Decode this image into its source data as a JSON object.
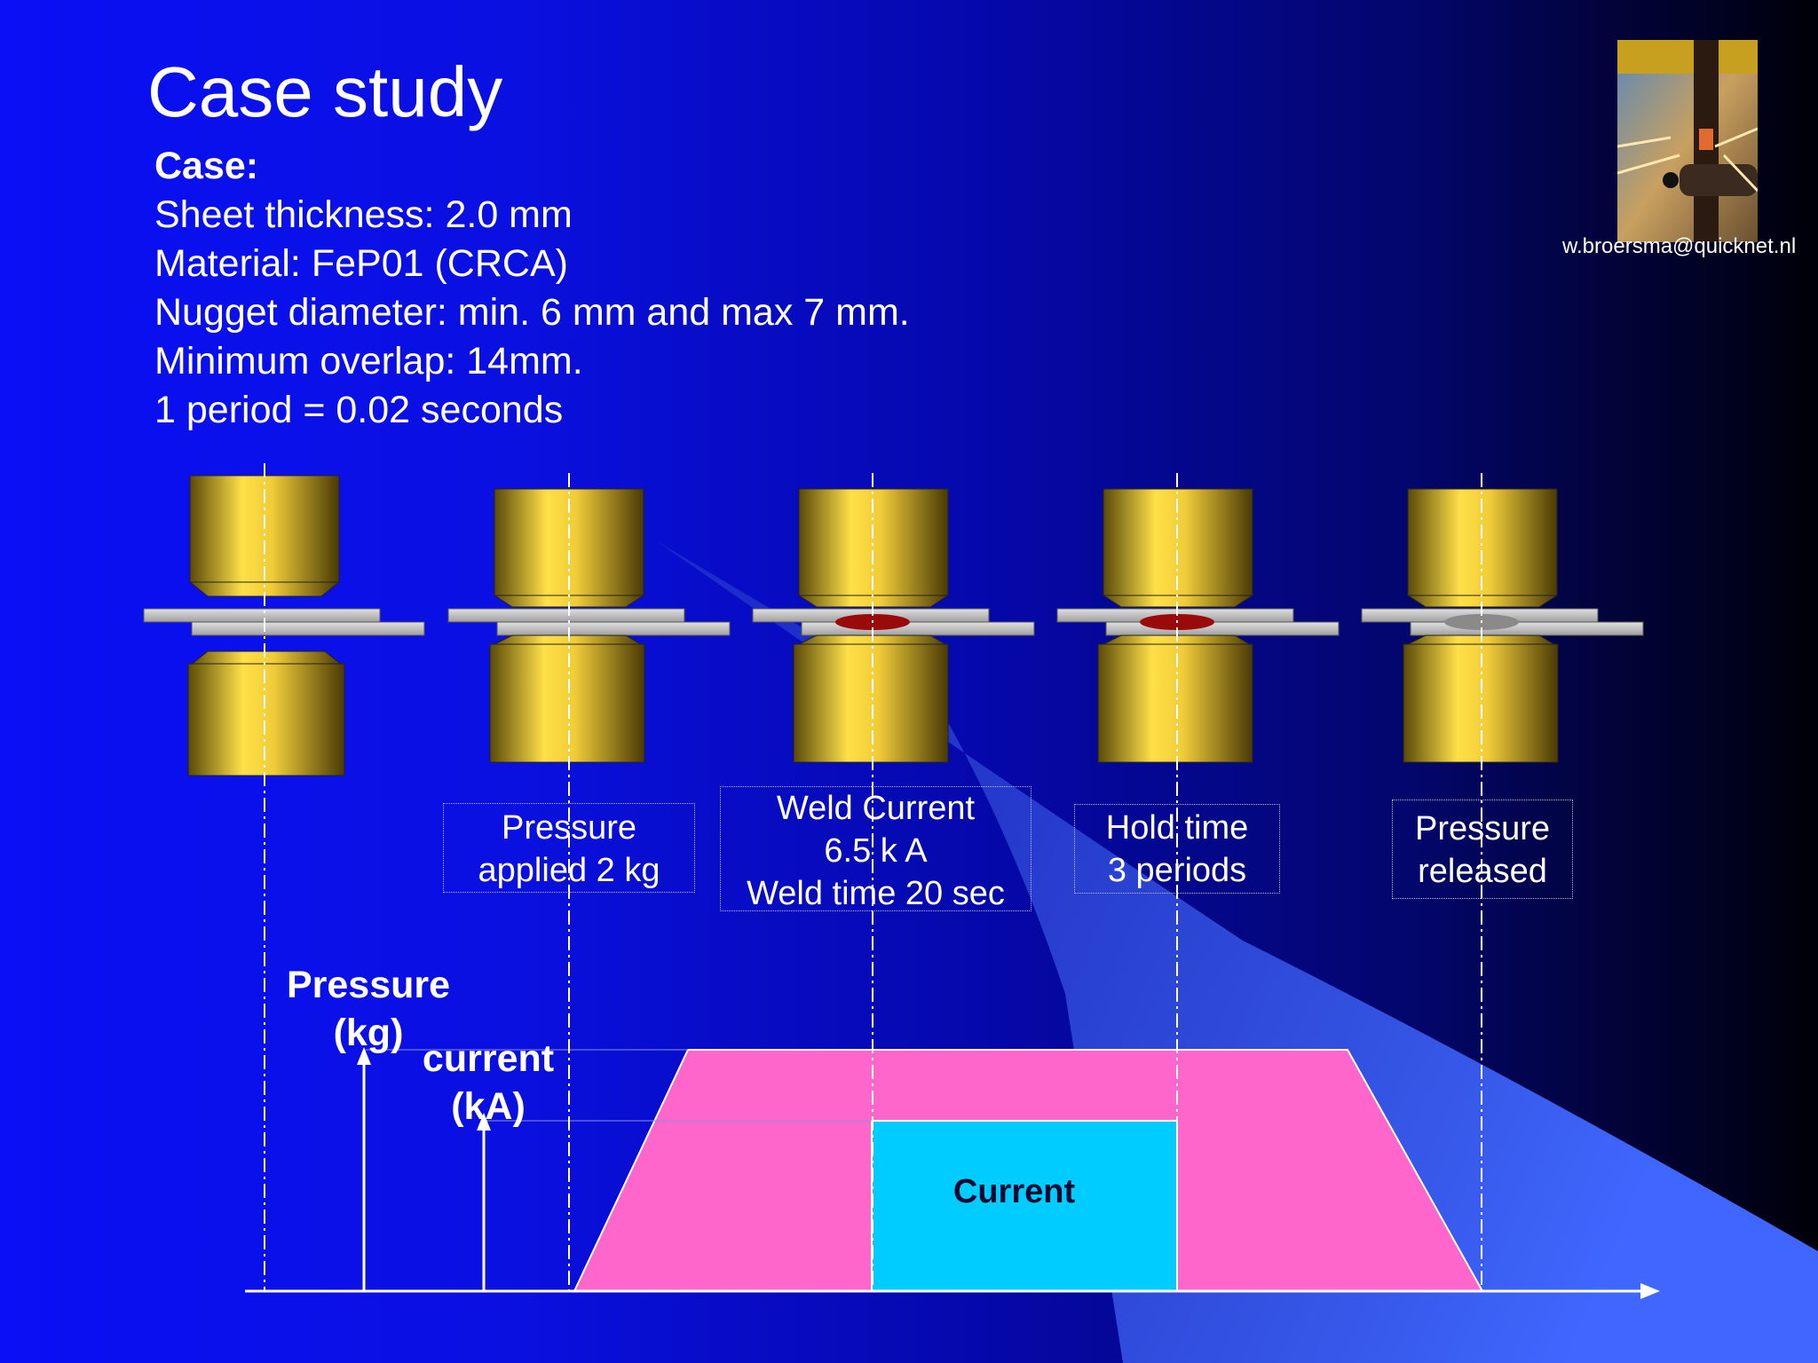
{
  "title": "Case study",
  "case": {
    "heading": "Case:",
    "lines": [
      "Sheet thickness: 2.0 mm",
      "Material: FeP01 (CRCA)",
      "Nugget diameter: min. 6 mm and max 7 mm.",
      "Minimum overlap: 14mm.",
      "1 period = 0.02 seconds"
    ]
  },
  "email": "w.broersma@quicknet.nl",
  "stages": {
    "pressure": [
      "Pressure",
      "applied 2 kg"
    ],
    "weld": [
      "Weld Current",
      "6.5 k A",
      "Weld time 20 sec"
    ],
    "hold": [
      "Hold time",
      "3 periods"
    ],
    "release": [
      "Pressure",
      "released"
    ]
  },
  "axes": {
    "pressure": [
      "Pressure",
      "(kg)"
    ],
    "current": [
      "current",
      "(kA)"
    ]
  },
  "current_label": "Current",
  "colors": {
    "pressure_fill": "#ff66cc",
    "current_fill": "#00ccff",
    "electrode": "#e8c43a",
    "sheet": "#c0c0c0",
    "nugget_hot": "#9a0a0a",
    "nugget_cooled": "#8a8a8a"
  }
}
